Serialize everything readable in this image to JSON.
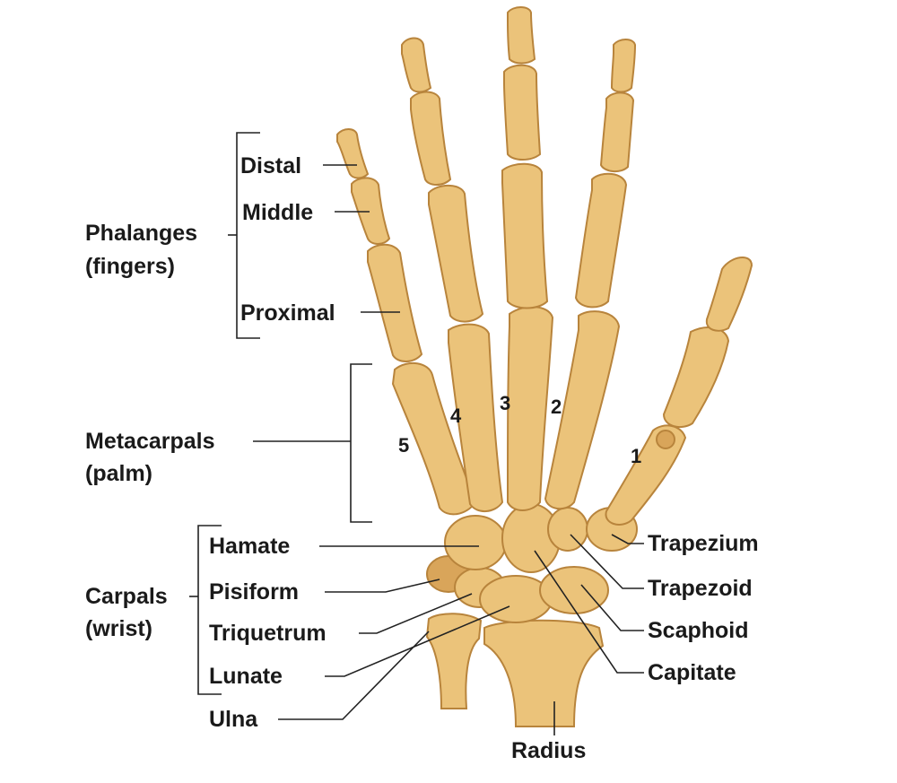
{
  "colors": {
    "bone": "#EBC37A",
    "bone_shade": "#D9A55A",
    "bone_edge": "#B8843C",
    "line": "#222222",
    "text": "#1a1a1a"
  },
  "groups": {
    "phalanges": {
      "line1": "Phalanges",
      "line2": "(fingers)"
    },
    "metacarpals": {
      "line1": "Metacarpals",
      "line2": "(palm)"
    },
    "carpals": {
      "line1": "Carpals",
      "line2": "(wrist)"
    }
  },
  "phalanx_labels": {
    "distal": "Distal",
    "middle": "Middle",
    "proximal": "Proximal"
  },
  "carpal_labels": {
    "hamate": "Hamate",
    "pisiform": "Pisiform",
    "triquetrum": "Triquetrum",
    "lunate": "Lunate",
    "trapezium": "Trapezium",
    "trapezoid": "Trapezoid",
    "scaphoid": "Scaphoid",
    "capitate": "Capitate"
  },
  "forearm_labels": {
    "ulna": "Ulna",
    "radius": "Radius"
  },
  "metacarpal_numbers": {
    "m1": "1",
    "m2": "2",
    "m3": "3",
    "m4": "4",
    "m5": "5"
  }
}
